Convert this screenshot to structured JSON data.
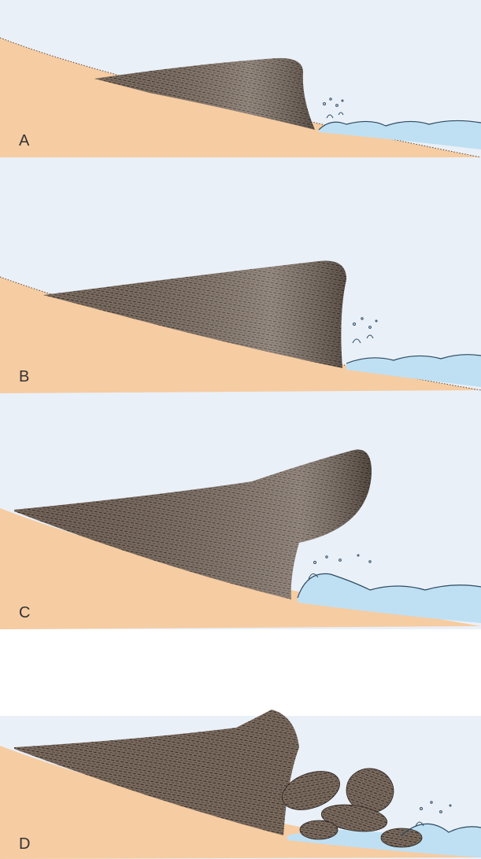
{
  "colors": {
    "sky": "#eaf0f8",
    "sand": "#f6cca2",
    "cliff": "#7a6a5e",
    "cliff_dark": "#3b322c",
    "water": "#bfe0f3",
    "label": "#333333"
  },
  "panels": [
    {
      "label": "A"
    },
    {
      "label": "B"
    },
    {
      "label": "C"
    },
    {
      "label": "D"
    }
  ]
}
